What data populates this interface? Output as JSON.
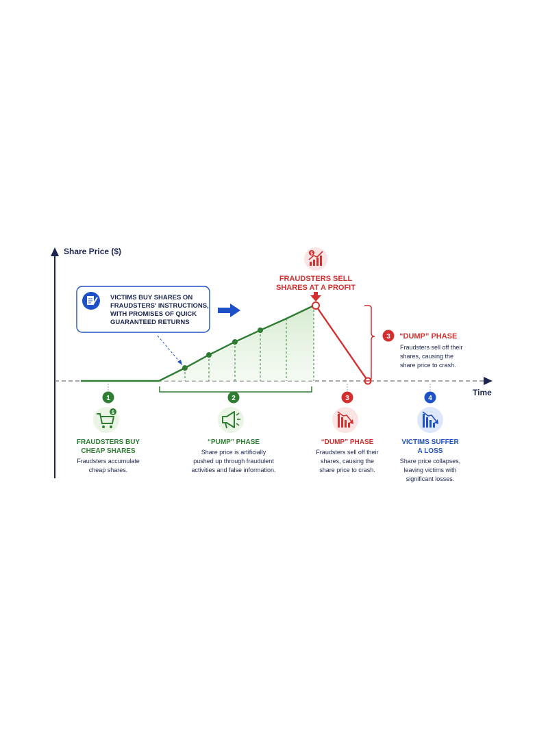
{
  "axes": {
    "y_label": "Share Price ($)",
    "x_label": "Time"
  },
  "callout": {
    "lines": [
      "VICTIMS BUY SHARES ON",
      "FRAUDSTERS' INSTRUCTIONS,",
      "WITH PROMISES OF QUICK",
      "GUARANTEED RETURNS"
    ]
  },
  "peak_label": {
    "lines": [
      "FRAUDSTERS SELL",
      "SHARES AT A PROFIT"
    ]
  },
  "dump_side": {
    "number": "3",
    "title": "“DUMP” PHASE",
    "desc": [
      "Fraudsters sell off their",
      "shares, causing the",
      "share price to crash."
    ]
  },
  "phases": [
    {
      "number": "1",
      "title": [
        "FRAUDSTERS BUY",
        "CHEAP SHARES"
      ],
      "desc": [
        "Fraudsters accumulate",
        "cheap shares."
      ],
      "icon": "shopping-cart-dollar-icon"
    },
    {
      "number": "2",
      "title": [
        "“PUMP” PHASE"
      ],
      "desc": [
        "Share price is artificially",
        "pushed up through fraudulent",
        "activities and false information."
      ],
      "icon": "megaphone-icon"
    },
    {
      "number": "3",
      "title": [
        "“DUMP” PHASE"
      ],
      "desc": [
        "Fraudsters sell off their",
        "shares, causing the",
        "share price to crash."
      ],
      "icon": "falling-chart-icon"
    },
    {
      "number": "4",
      "title": [
        "VICTIMS SUFFER",
        "A LOSS"
      ],
      "desc": [
        "Share price collapses,",
        "leaving victims with",
        "significant losses."
      ],
      "icon": "declining-bars-icon"
    }
  ],
  "colors": {
    "navy": "#1b2550",
    "green": "#2e7d32",
    "green_light": "#eaf5e6",
    "red": "#d32f2f",
    "red_light": "#fbe4e4",
    "blue": "#1e50c8",
    "blue_light": "#dde6fa",
    "baseline": "#8a8a8a"
  }
}
